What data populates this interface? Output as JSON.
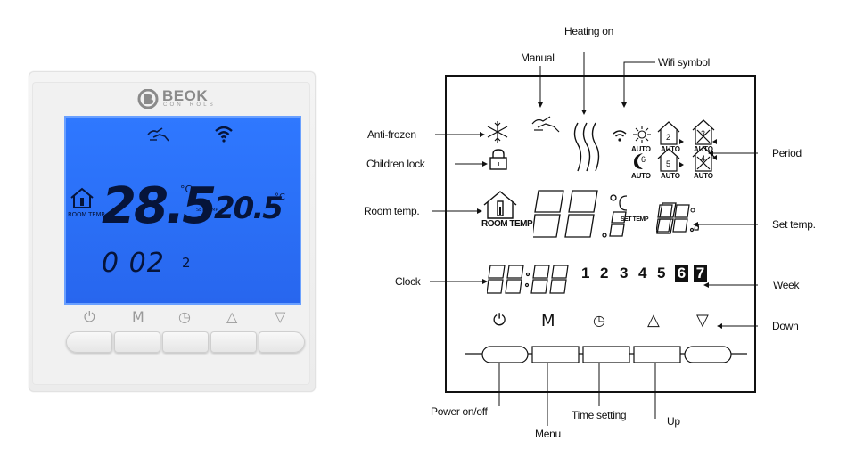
{
  "photo": {
    "brand": "BEOK",
    "brand_sub": "CONTROLS",
    "room_temp_label": "ROOM TEMP",
    "room_temp_value": "28.5",
    "room_temp_unit": "°C",
    "set_temp_label": "SET TEMP",
    "set_temp_value": "20.5",
    "set_temp_unit": "°C",
    "clock_value": "0 02",
    "week_day": "2",
    "buttons": [
      "⏻",
      "M",
      "◷",
      "△",
      "▽"
    ]
  },
  "diagram": {
    "lcd": {
      "room_temp_label": "ROOM TEMP",
      "set_temp_label": "SET TEMP",
      "auto_label": "AUTO",
      "period_numbers": [
        "2",
        "3",
        "6",
        "5",
        "4"
      ],
      "week_numbers": [
        "1",
        "2",
        "3",
        "4",
        "5",
        "6",
        "7"
      ],
      "buttons": [
        "⏻",
        "M",
        "◷",
        "△",
        "▽"
      ]
    },
    "callouts": {
      "heating_on": "Heating on",
      "manual": "Manual",
      "wifi_symbol": "Wifi symbol",
      "anti_frozen": "Anti-frozen",
      "children_lock": "Children lock",
      "period": "Period",
      "room_temp": "Room temp.",
      "set_temp": "Set temp.",
      "clock": "Clock",
      "week": "Week",
      "down": "Down",
      "power": "Power on/off",
      "time_setting": "Time setting",
      "menu": "Menu",
      "up": "Up"
    }
  }
}
